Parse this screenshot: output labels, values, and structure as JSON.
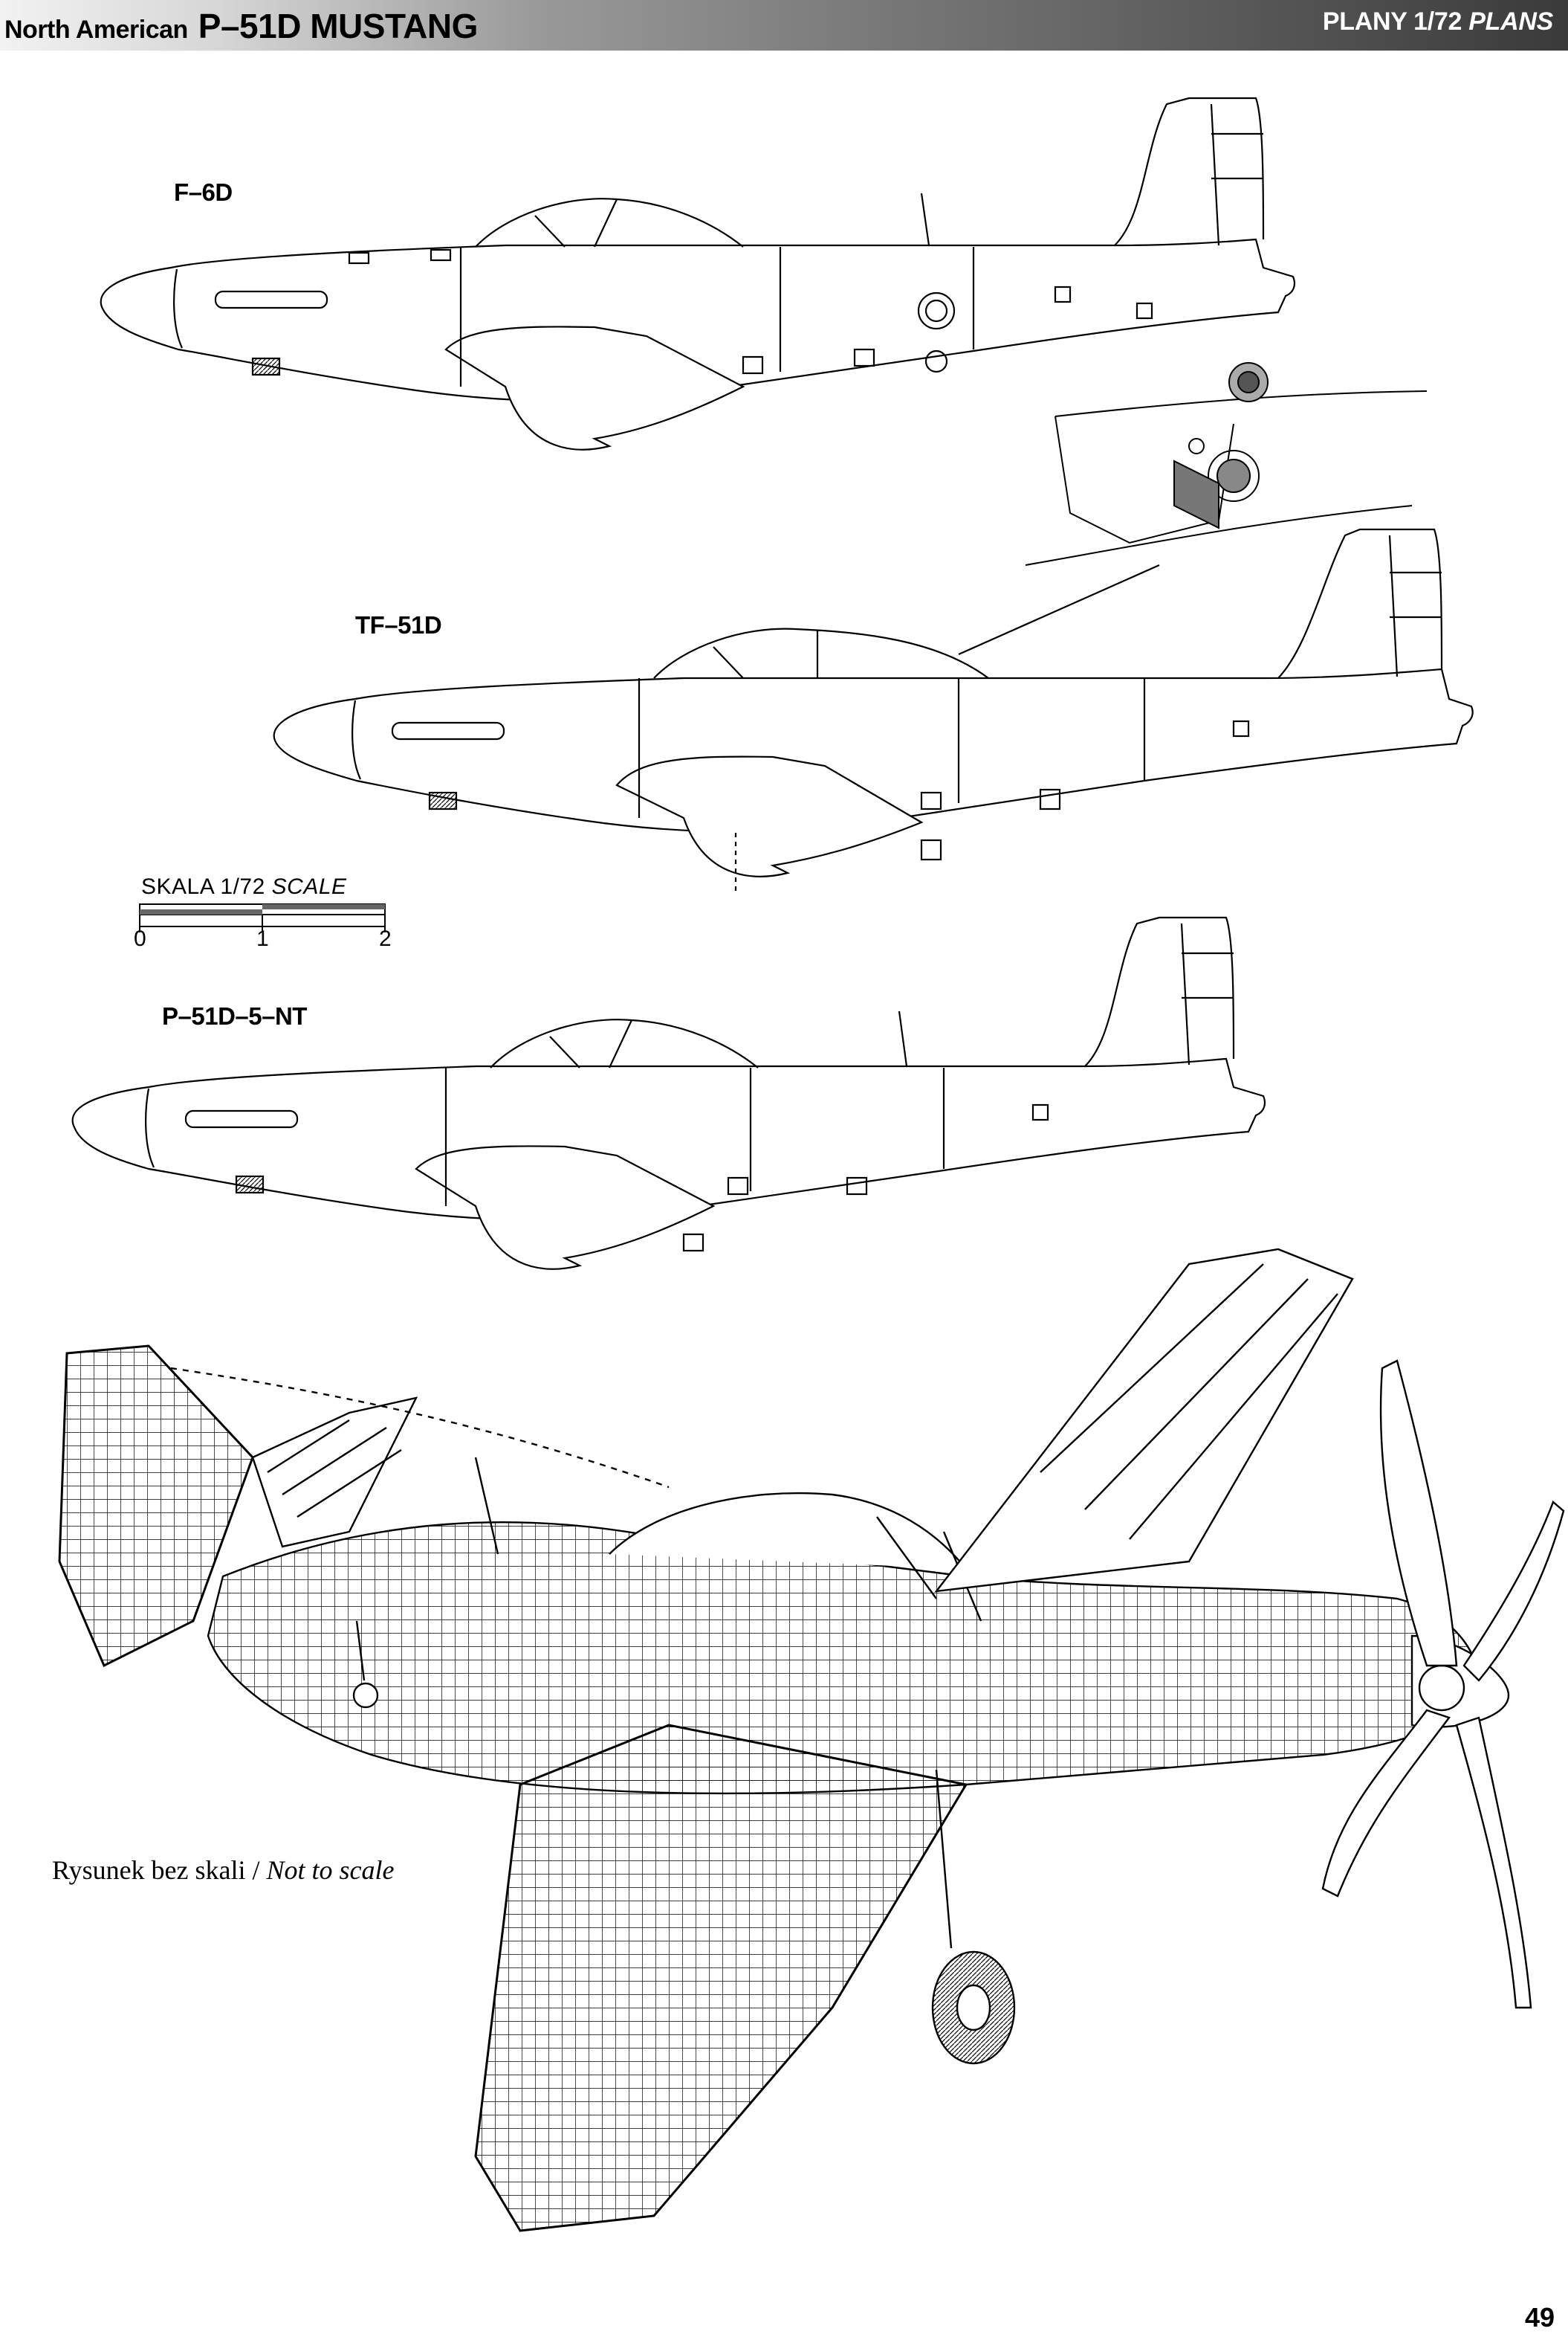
{
  "header": {
    "brand": "North American",
    "model": "P–51D MUSTANG",
    "series": "PLANY 1/72",
    "series_en": "PLANS"
  },
  "variants": [
    {
      "label": "F–6D"
    },
    {
      "label": "TF–51D"
    },
    {
      "label": "P–51D–5–NT"
    }
  ],
  "scale_bar": {
    "title": "SKALA 1/72",
    "title_en": "SCALE",
    "ticks": [
      "0",
      "1",
      "2"
    ]
  },
  "cutaway_note": {
    "text": "Rysunek bez skali /",
    "text_en": "Not to scale"
  },
  "page_number": "49"
}
